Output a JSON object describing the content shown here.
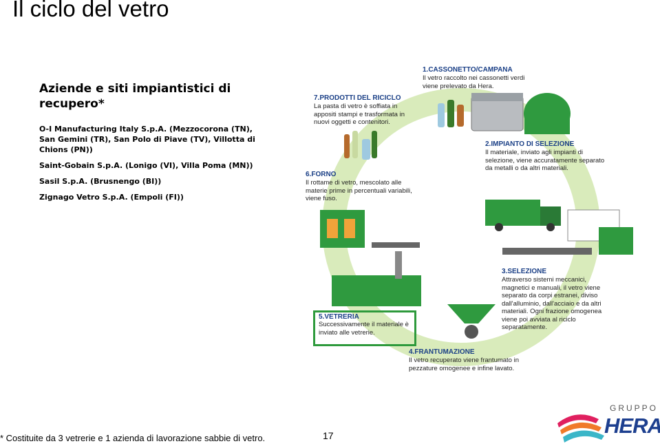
{
  "title": "Il ciclo del vetro",
  "aziende": {
    "heading": "Aziende e siti impiantistici di recupero*",
    "items": [
      "O-I Manufacturing Italy S.p.A. (Mezzocorona (TN), San Gemini (TR), San Polo di Piave (TV), Villotta di Chions (PN))",
      "Saint-Gobain S.p.A. (Lonigo (VI), Villa Poma (MN))",
      "Sasil S.p.A. (Brusnengo (BI))",
      "Zignago Vetro S.p.A. (Empoli (FI))"
    ]
  },
  "steps": {
    "s1_title": "1.CASSONETTO/CAMPANA",
    "s1_text": "Il vetro raccolto nei cassonetti verdi viene prelevato da Hera.",
    "s2_title": "2.IMPIANTO DI SELEZIONE",
    "s2_text": "Il materiale, inviato agli impianti di selezione, viene accuratamente separato da metalli o da altri materiali.",
    "s3_title": "3.SELEZIONE",
    "s3_text": "Attraverso sistemi meccanici, magnetici e manuali, il vetro viene separato da corpi estranei, diviso dall'alluminio, dall'acciaio e da altri materiali. Ogni frazione omogenea viene poi avviata al riciclo separatamente.",
    "s4_title": "4.FRANTUMAZIONE",
    "s4_text": "Il vetro recuperato viene frantumato in pezzature omogenee e infine lavato.",
    "s5_title": "5.VETRERIA",
    "s5_text": "Successivamente il materiale è inviato alle vetrerie.",
    "s6_title": "6.FORNO",
    "s6_text": "Il rottame di vetro, mescolato alle materie prime in percentuali variabili, viene fuso.",
    "s7_title": "7.PRODOTTI DEL RICICLO",
    "s7_text": "La pasta di vetro è soffiata in appositi stampi e trasformata in nuovi oggetti e contenitori."
  },
  "footnote": "* Costituite da 3 vetrerie e 1 azienda di lavorazione sabbie di vetro.",
  "page_number": "17",
  "logo": {
    "gruppo": "GRUPPO",
    "hera": "HERA"
  },
  "colors": {
    "green": "#2e9a3c",
    "lightgreen": "#cfe6a6",
    "navy": "#1a3f86",
    "logo_pink": "#e0205f",
    "logo_teal": "#3bb6c8"
  }
}
